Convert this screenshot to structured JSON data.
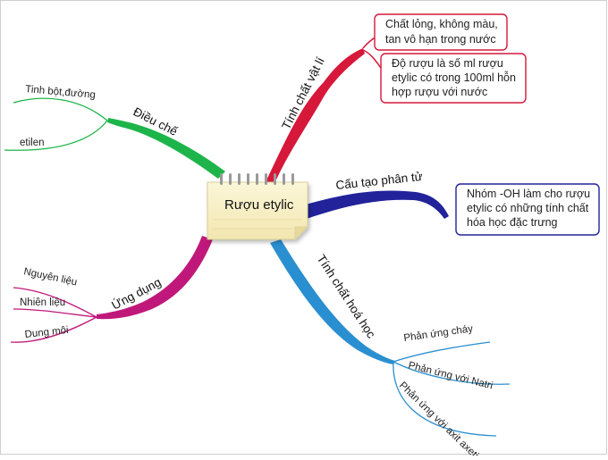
{
  "center": {
    "label": "Rượu etylic"
  },
  "branches": {
    "physical": {
      "label": "Tính chất vật lí",
      "color": "#d6183a",
      "notes": [
        [
          "Chất lỏng, không màu,",
          "tan vô hạn trong nước"
        ],
        [
          "Độ rượu là số ml rượu",
          "etylic có trong 100ml hỗn",
          "hợp rượu với nước"
        ]
      ]
    },
    "structure": {
      "label": "Cấu tạo phân tử",
      "color": "#22239a",
      "note": [
        "Nhóm -OH làm cho rượu",
        "etylic có những tính chất",
        "hóa học đặc trưng"
      ]
    },
    "chemical": {
      "label": "Tính chất hoá học",
      "color": "#2a8fd0",
      "leaves": [
        "Phản ứng cháy",
        "Phản ứng với Natri",
        "Phản ứng với axit axetic"
      ]
    },
    "applications": {
      "label": "Ứng dụng",
      "color": "#c0187a",
      "leaves": [
        "Nguyên liệu",
        "Nhiên liệu",
        "Dung môi"
      ]
    },
    "preparation": {
      "label": "Điều chế",
      "color": "#1db54a",
      "leaves": [
        "Tinh bột,đường",
        "etilen"
      ]
    }
  }
}
